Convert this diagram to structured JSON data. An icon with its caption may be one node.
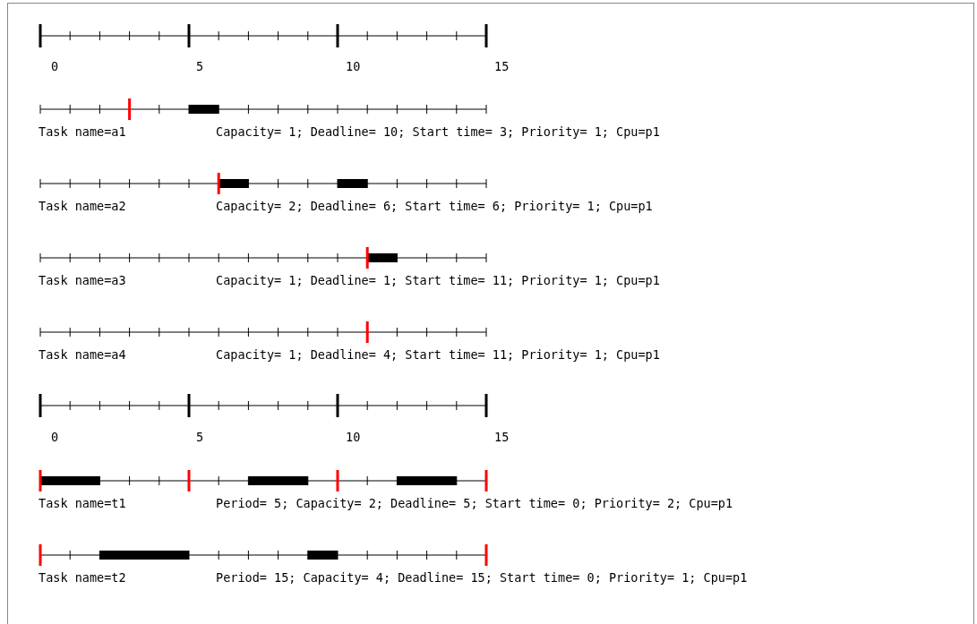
{
  "diagram": {
    "labels": [
      "0",
      "5",
      "10",
      "15",
      "Task name=a1",
      "Capacity= 1; Deadline= 10; Start time= 3; Priority= 1; Cpu=p1",
      "Task name=a2",
      "Capacity= 2; Deadline= 6; Start time= 6; Priority= 1; Cpu=p1",
      "Task name=a3",
      "Capacity= 1; Deadline= 1; Start time= 11; Priority= 1; Cpu=p1",
      "Task name=a4",
      "Capacity= 1; Deadline= 4; Start time= 11; Priority= 1; Cpu=p1",
      "0",
      "5",
      "10",
      "15",
      "Task name=t1",
      "Period= 5; Capacity= 2; Deadline= 5; Start time= 0; Priority= 2; Cpu=p1",
      "Task name=t2",
      "Period= 15; Capacity= 4; Deadline= 15; Start time= 0; Priority= 1; Cpu=p1"
    ]
  }
}
